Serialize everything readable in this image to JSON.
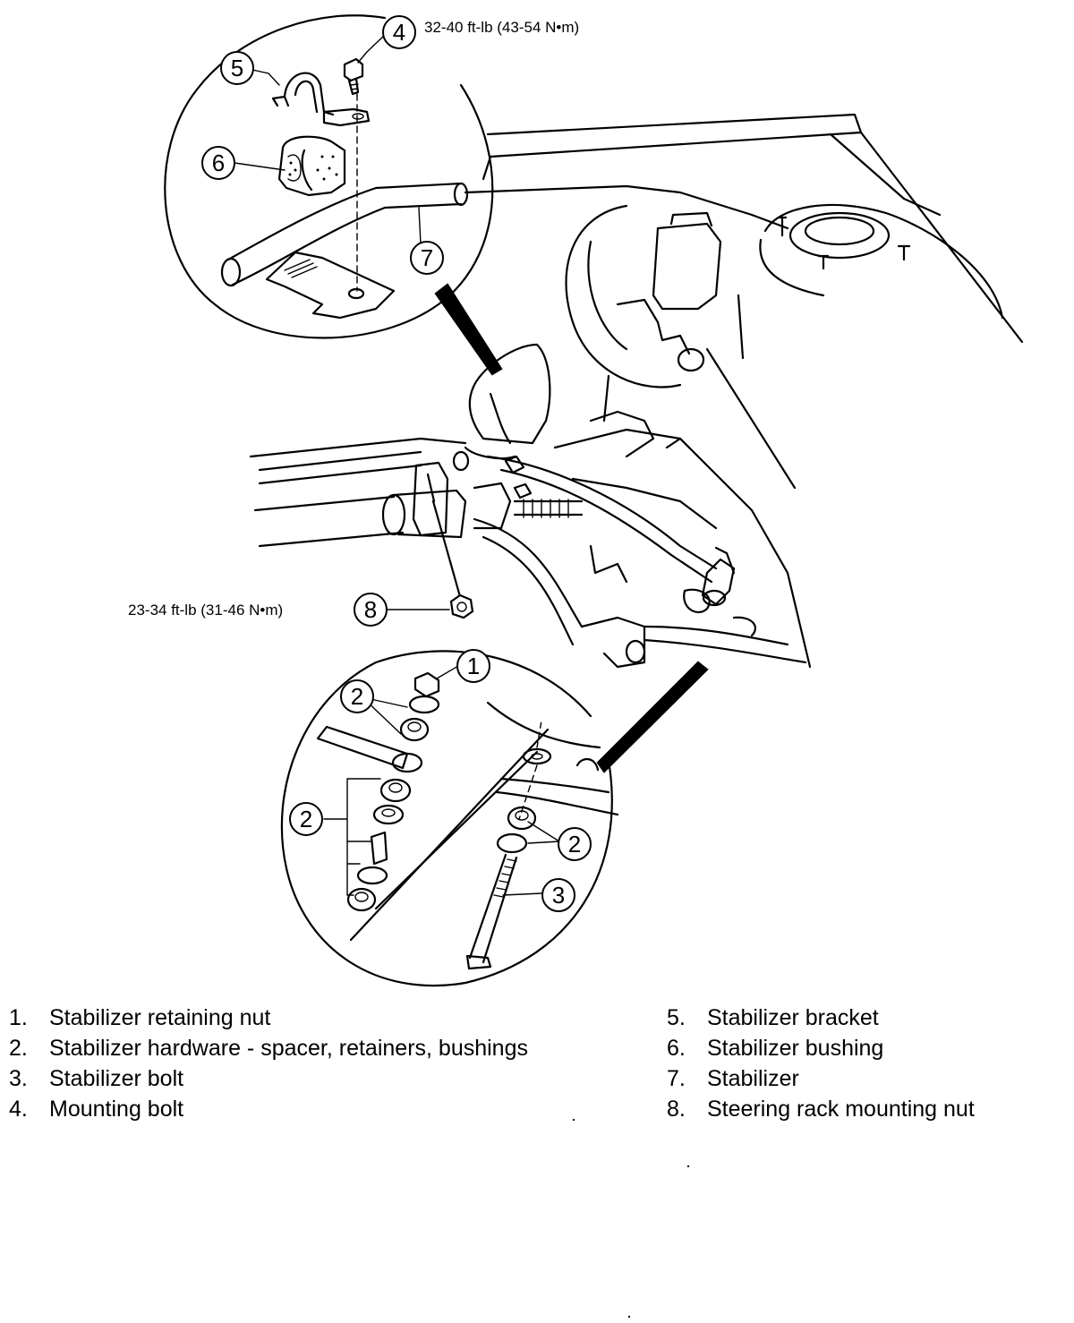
{
  "callouts": [
    {
      "id": "1",
      "label": "1"
    },
    {
      "id": "2a",
      "label": "2"
    },
    {
      "id": "2b",
      "label": "2"
    },
    {
      "id": "2c",
      "label": "2"
    },
    {
      "id": "3",
      "label": "3"
    },
    {
      "id": "4",
      "label": "4"
    },
    {
      "id": "5",
      "label": "5"
    },
    {
      "id": "6",
      "label": "6"
    },
    {
      "id": "7",
      "label": "7"
    },
    {
      "id": "8",
      "label": "8"
    }
  ],
  "torque": {
    "mounting_bolt": "32-40 ft-lb (43-54 N•m)",
    "rack_nut": "23-34 ft-lb (31-46 N•m)"
  },
  "legend": {
    "left": [
      {
        "num": "1.",
        "text": "Stabilizer retaining nut"
      },
      {
        "num": "2.",
        "text": "Stabilizer hardware - spacer, retainers, bushings"
      },
      {
        "num": "3.",
        "text": "Stabilizer bolt"
      },
      {
        "num": "4.",
        "text": "Mounting bolt"
      }
    ],
    "right": [
      {
        "num": "5.",
        "text": "Stabilizer bracket"
      },
      {
        "num": "6.",
        "text": "Stabilizer bushing"
      },
      {
        "num": "7.",
        "text": "Stabilizer"
      },
      {
        "num": "8.",
        "text": "Steering rack mounting nut"
      }
    ]
  }
}
